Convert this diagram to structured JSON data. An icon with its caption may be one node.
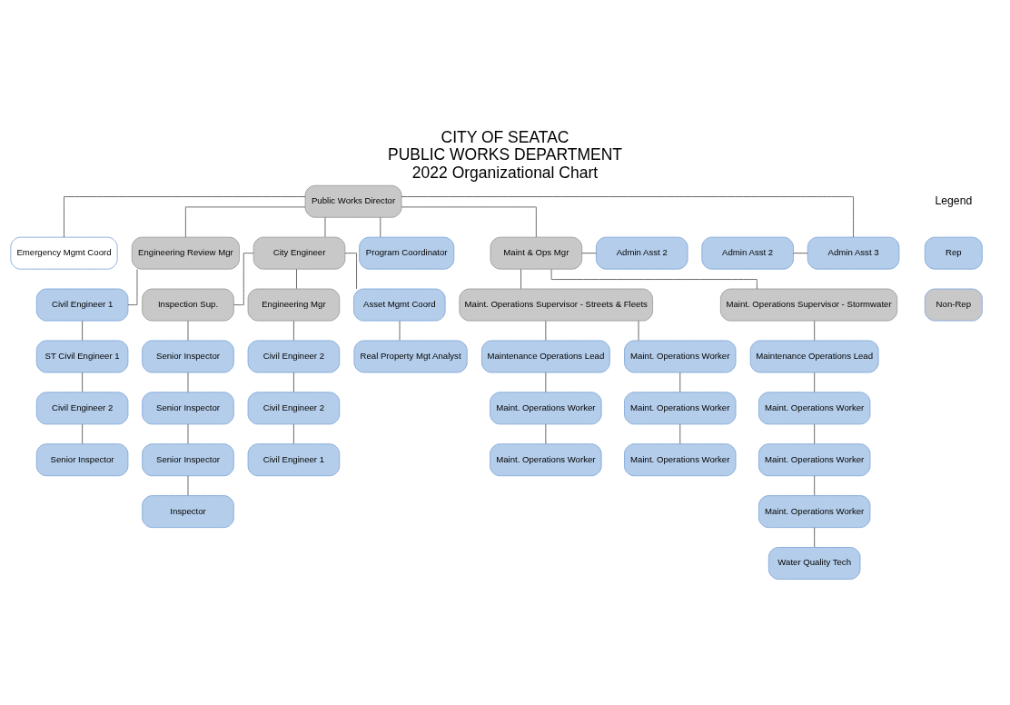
{
  "diagram": {
    "title": "PUBLIC WORKS DEPARTMENT",
    "nodes": [
      {
        "text": [
          "Public Works Director"
        ]
      },
      {
        "text": [
          "Admin Asst 2"
        ]
      },
      {
        "text": [
          "Admin Asst 3"
        ]
      },
      {
        "text": [
          "Emergency Mgmt Coord"
        ]
      },
      {
        "text": [
          "Engineering Review Mgr"
        ]
      },
      {
        "text": [
          "City Engineer"
        ]
      },
      {
        "text": [
          "Program Coordinator"
        ]
      },
      {
        "text": [
          "Maint & Ops Mgr"
        ]
      },
      {
        "text": [
          "Admin Asst 2"
        ]
      },
      {
        "text": [
          "Civil Engineer 1"
        ]
      },
      {
        "text": [
          "ST Civil Engineer 1"
        ]
      },
      {
        "text": [
          "Civil Engineer 2"
        ]
      },
      {
        "text": [
          "Senior Inspector"
        ]
      },
      {
        "text": [
          "Inspection Sup."
        ]
      },
      {
        "text": [
          "Engineering Mgr"
        ]
      },
      {
        "text": [
          "Asset Mgmt Coord"
        ]
      },
      {
        "text": [
          "Senior Inspector"
        ]
      },
      {
        "text": [
          "Senior Inspector"
        ]
      },
      {
        "text": [
          "Senior Inspector"
        ]
      },
      {
        "text": [
          "Inspector"
        ]
      },
      {
        "text": [
          "Civil Engineer 2"
        ]
      },
      {
        "text": [
          "Civil Engineer 2"
        ]
      },
      {
        "text": [
          "Civil Engineer 1"
        ]
      },
      {
        "text": [
          "Real Property Mgt Analyst"
        ]
      },
      {
        "text": [
          "Maint. Operations Supervisor - Streets & Fleets"
        ]
      },
      {
        "text": [
          "Maint. Operations Supervisor - Stormwater"
        ]
      },
      {
        "text": [
          "Maintenance Operations Lead"
        ]
      },
      {
        "text": [
          "Maint. Operations Worker"
        ]
      },
      {
        "text": [
          "Maint. Operations Worker"
        ]
      },
      {
        "text": [
          "Maint. Operations Worker"
        ]
      },
      {
        "text": [
          "Maint. Operations Worker"
        ]
      },
      {
        "text": [
          "Maint. Operations Worker"
        ]
      },
      {
        "text": [
          "Maintenance Operations Lead"
        ]
      },
      {
        "text": [
          "Maint. Operations Worker"
        ]
      },
      {
        "text": [
          "Maint. Operations Worker"
        ]
      },
      {
        "text": [
          "Maint. Operations Worker"
        ]
      },
      {
        "text": [
          "Water Quality Tech"
        ]
      }
    ],
    "edges": [
      {
        "from": 0,
        "to": 2,
        "arrow": "none"
      },
      {
        "from": 0,
        "to": 3,
        "arrow": "none"
      },
      {
        "from": 1,
        "to": 2,
        "arrow": "none"
      },
      {
        "from": 0,
        "to": 4,
        "arrow": "none"
      },
      {
        "from": 0,
        "to": 5,
        "arrow": "none"
      },
      {
        "from": 0,
        "to": 6,
        "arrow": "none"
      },
      {
        "from": 0,
        "to": 7,
        "arrow": "none"
      },
      {
        "from": 7,
        "to": 8,
        "arrow": "none"
      },
      {
        "from": 4,
        "to": 9,
        "arrow": "none"
      },
      {
        "from": 9,
        "to": 10,
        "arrow": "none"
      },
      {
        "from": 10,
        "to": 11,
        "arrow": "none"
      },
      {
        "from": 11,
        "to": 12,
        "arrow": "none"
      },
      {
        "from": 5,
        "to": 13,
        "arrow": "none"
      },
      {
        "from": 5,
        "to": 14,
        "arrow": "none"
      },
      {
        "from": 5,
        "to": 15,
        "arrow": "none"
      },
      {
        "from": 13,
        "to": 16,
        "arrow": "none"
      },
      {
        "from": 16,
        "to": 17,
        "arrow": "none"
      },
      {
        "from": 17,
        "to": 18,
        "arrow": "none"
      },
      {
        "from": 18,
        "to": 19,
        "arrow": "none"
      },
      {
        "from": 14,
        "to": 20,
        "arrow": "none"
      },
      {
        "from": 20,
        "to": 21,
        "arrow": "none"
      },
      {
        "from": 21,
        "to": 22,
        "arrow": "none"
      },
      {
        "from": 15,
        "to": 23,
        "arrow": "none"
      },
      {
        "from": 7,
        "to": 24,
        "arrow": "none"
      },
      {
        "from": 7,
        "to": 25,
        "arrow": "none"
      },
      {
        "from": 24,
        "to": 26,
        "arrow": "none"
      },
      {
        "from": 24,
        "to": 29,
        "arrow": "none"
      },
      {
        "from": 26,
        "to": 27,
        "arrow": "none"
      },
      {
        "from": 27,
        "to": 28,
        "arrow": "none"
      },
      {
        "from": 29,
        "to": 30,
        "arrow": "none"
      },
      {
        "from": 30,
        "to": 31,
        "arrow": "none"
      },
      {
        "from": 25,
        "to": 32,
        "arrow": "none"
      },
      {
        "from": 32,
        "to": 33,
        "arrow": "none"
      },
      {
        "from": 33,
        "to": 34,
        "arrow": "none"
      },
      {
        "from": 34,
        "to": 35,
        "arrow": "none"
      },
      {
        "from": 35,
        "to": 36,
        "arrow": "none"
      }
    ],
    "labels": [
      "Legend",
      "CITY OF SEATAC",
      "2022 Organizational Chart"
    ],
    "legend": [
      {
        "text": "Rep",
        "color": "#b4cdea"
      },
      {
        "text": "Non-Rep",
        "color": "#c8c8c8"
      }
    ]
  }
}
